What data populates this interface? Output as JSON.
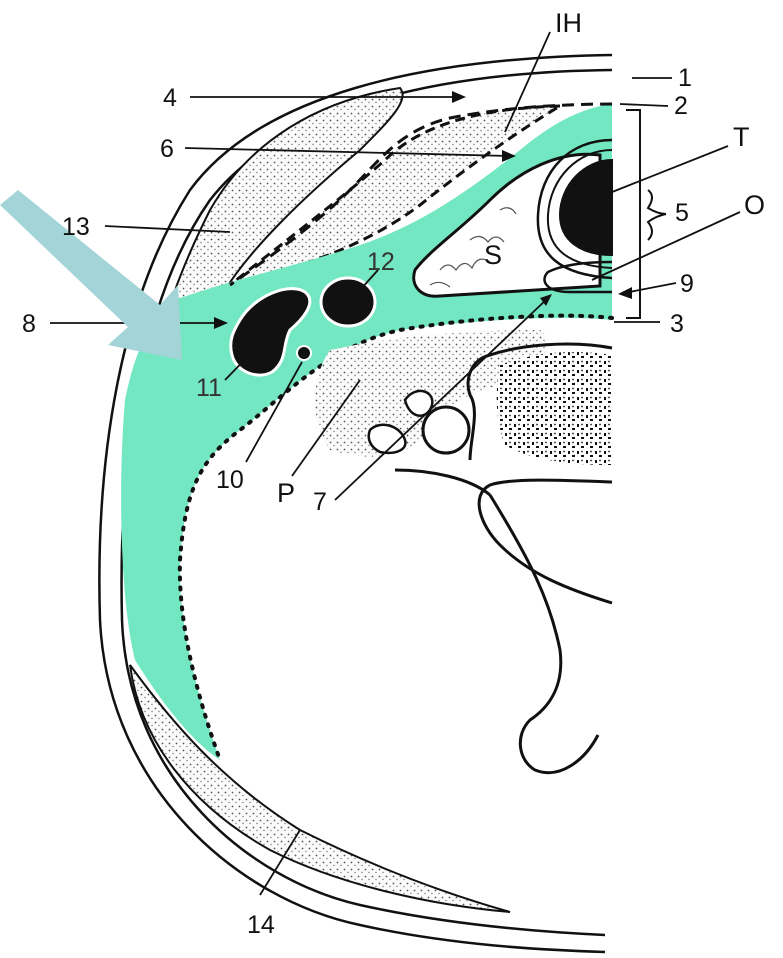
{
  "colors": {
    "fascia_space": "#73e6c2",
    "pointer_arrow": "#a3d4d8",
    "stipple_tissue": "#f2f2f2",
    "outline": "#111111",
    "paper": "#ffffff"
  },
  "labels": {
    "ih": "IH",
    "n1": "1",
    "n2": "2",
    "n3": "3",
    "n4": "4",
    "n5": "5",
    "n6": "6",
    "n7": "7",
    "n8": "8",
    "n9": "9",
    "n10": "10",
    "n11": "11",
    "n12": "12",
    "n13": "13",
    "n14": "14",
    "t": "T",
    "o": "O",
    "s": "S",
    "p": "P"
  }
}
